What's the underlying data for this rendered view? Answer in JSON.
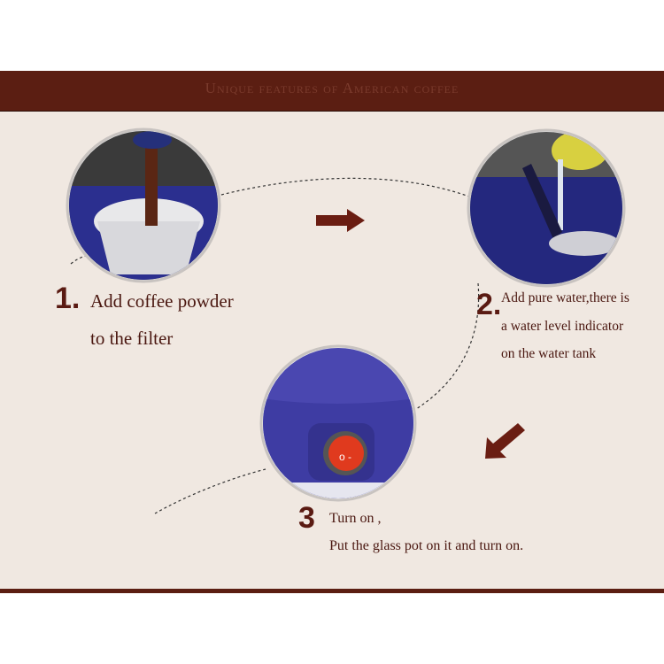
{
  "banner": {
    "title": "Unique features of American coffee"
  },
  "colors": {
    "banner": "#5b1e12",
    "background": "#f0e8e1",
    "text": "#4a1710",
    "machine": "#2a2a8a",
    "switch": "#e03a1e"
  },
  "steps": [
    {
      "number": "1.",
      "lines": [
        "Add coffee powder",
        "to the filter"
      ],
      "icon": "coffee-filter-photo"
    },
    {
      "number": "2.",
      "lines": [
        "Add pure water,there is",
        "a water level indicator",
        "on the water tank"
      ],
      "icon": "water-pour-photo"
    },
    {
      "number": "3",
      "lines": [
        "Turn on ,",
        "Put the glass pot on it and turn on."
      ],
      "icon": "power-switch-photo"
    }
  ],
  "arrows": [
    "arrow-right-icon",
    "arrow-down-left-icon"
  ]
}
